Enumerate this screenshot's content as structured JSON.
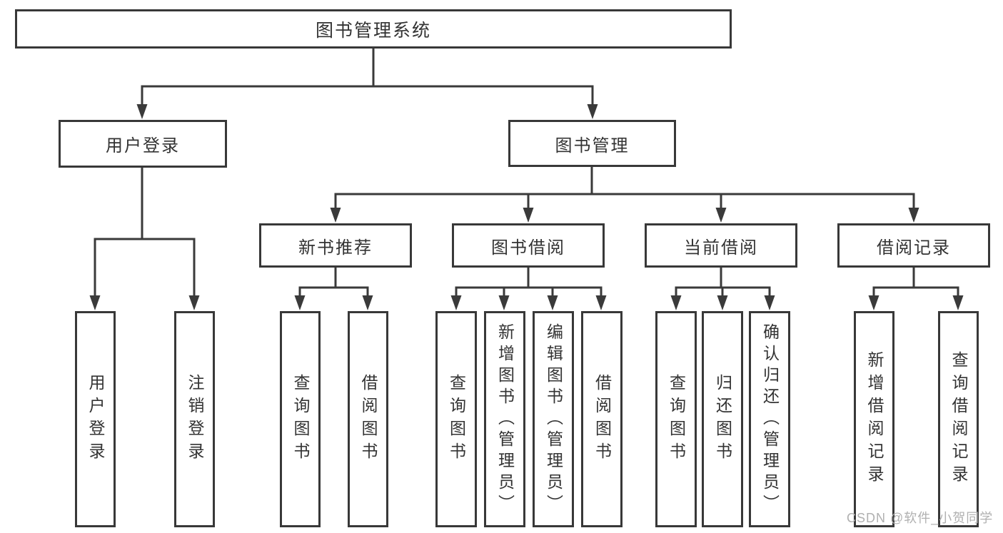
{
  "diagram_title": "图书管理系统",
  "nodes": {
    "root": "图书管理系统",
    "userLogin": "用户登录",
    "bookMgmt": "图书管理",
    "newBooks": "新书推荐",
    "bookBorrow": "图书借阅",
    "currentBorrow": "当前借阅",
    "borrowRecords": "借阅记录",
    "leaves": {
      "userLogin": [
        "用户登录",
        "注销登录"
      ],
      "newBooks": [
        "查询图书",
        "借阅图书"
      ],
      "bookBorrow": [
        "查询图书",
        "新增图书（管理员）",
        "编辑图书（管理员）",
        "借阅图书"
      ],
      "currentBorrow": [
        "查询图书",
        "归还图书",
        "确认归还（管理员）"
      ],
      "borrowRecords": [
        "新增借阅记录",
        "查询借阅记录"
      ]
    }
  },
  "watermark": "CSDN @软件_小贺同学",
  "colors": {
    "line": "#3a3a3a",
    "border": "#383838",
    "text": "#333333",
    "watermark": "#b0b0b0",
    "background": "#ffffff"
  }
}
